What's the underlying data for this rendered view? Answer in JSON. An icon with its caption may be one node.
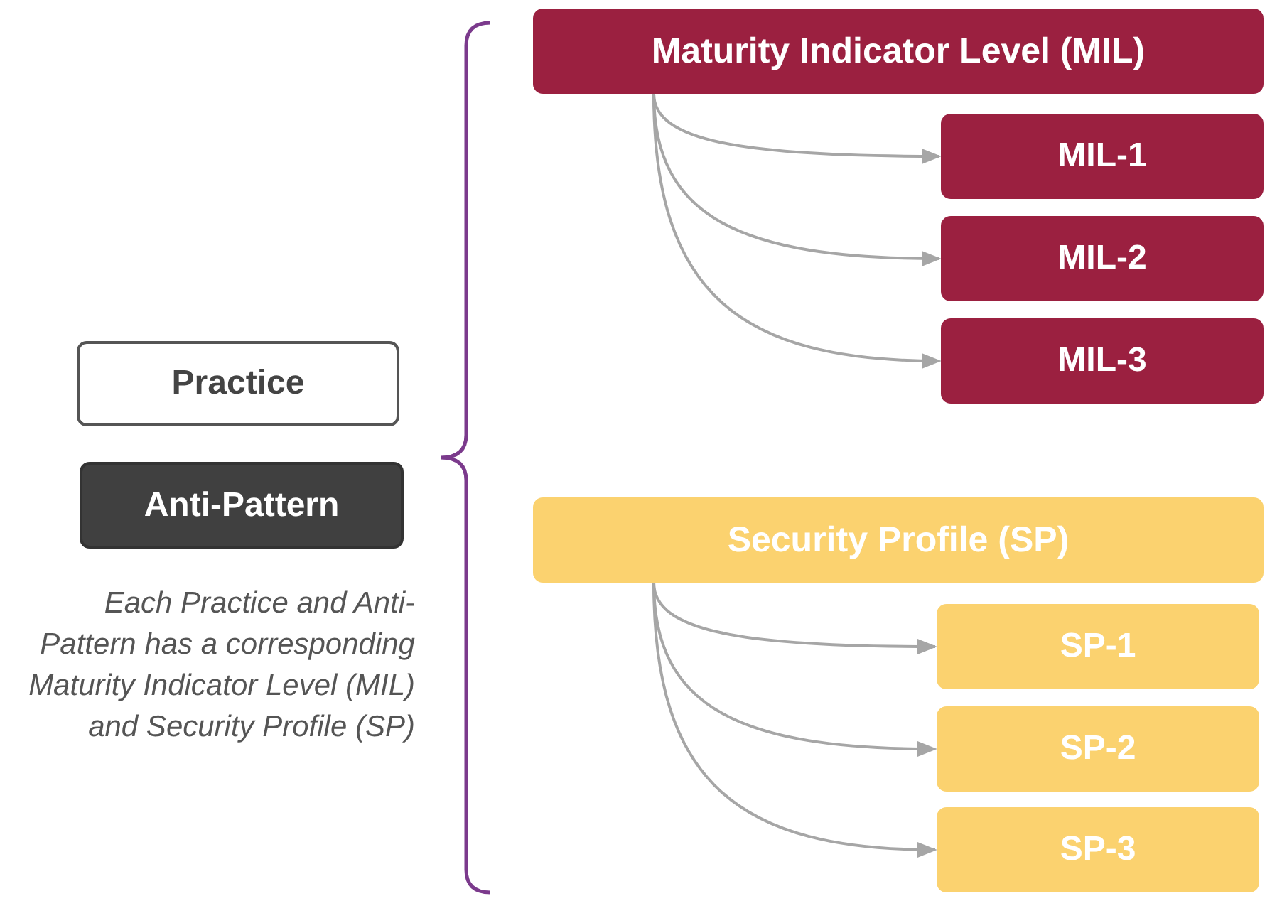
{
  "diagram": {
    "nodes": [
      {
        "text": [
          "Practice"
        ]
      },
      {
        "text": [
          "Anti-Pattern"
        ]
      },
      {
        "text": [
          "Maturity Indicator Level (MIL)"
        ]
      },
      {
        "text": [
          "MIL-1"
        ]
      },
      {
        "text": [
          "MIL-2"
        ]
      },
      {
        "text": [
          "MIL-3"
        ]
      },
      {
        "text": [
          "Security Profile (SP)"
        ]
      },
      {
        "text": [
          "SP-1"
        ]
      },
      {
        "text": [
          "SP-2"
        ]
      },
      {
        "text": [
          "SP-3"
        ]
      }
    ],
    "edges": [
      {
        "from": 2,
        "to": 3,
        "arrow": "to"
      },
      {
        "from": 2,
        "to": 4,
        "arrow": "to"
      },
      {
        "from": 2,
        "to": 5,
        "arrow": "to"
      },
      {
        "from": 6,
        "to": 7,
        "arrow": "to"
      },
      {
        "from": 6,
        "to": 8,
        "arrow": "to"
      },
      {
        "from": 6,
        "to": 9,
        "arrow": "to"
      }
    ],
    "labels": [
      "Each Practice and Anti-Pattern has a corresponding Maturity Indicator Level (MIL) and Security Profile (SP)"
    ]
  }
}
